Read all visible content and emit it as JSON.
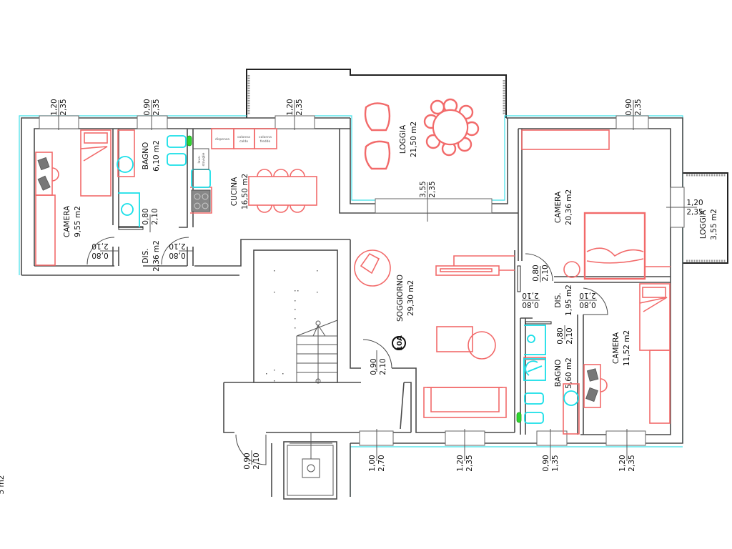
{
  "rooms": [
    {
      "name": "CAMERA",
      "area": "9,55 m2"
    },
    {
      "name": "BAGNO",
      "area": "6,10 m2"
    },
    {
      "name": "DIS.",
      "area": "2,36 m2"
    },
    {
      "name": "CUCINA",
      "area": "16,50 m2"
    },
    {
      "name": "LOGGIA",
      "area": "21,50 m2"
    },
    {
      "name": "SOGGIORNO",
      "area": "29,30 m2"
    },
    {
      "name": "CAMERA",
      "area": "20,36 m2"
    },
    {
      "name": "LOGGIA",
      "area": "3,55 m2"
    },
    {
      "name": "DIS.",
      "area": "1,95 m2"
    },
    {
      "name": "BAGNO",
      "area": "5,60 m2"
    },
    {
      "name": "CAMERA",
      "area": "11,52 m2"
    }
  ],
  "openings": [
    {
      "w": "1,20",
      "h": "2,35"
    },
    {
      "w": "0,90",
      "h": "2,35"
    },
    {
      "w": "1,20",
      "h": "2,35"
    },
    {
      "w": "0,90",
      "h": "2,35"
    },
    {
      "w": "3,55",
      "h": "2,35"
    },
    {
      "w": "1,20",
      "h": "2,35"
    },
    {
      "w": "0,80",
      "h": "2,10"
    },
    {
      "w": "0,80",
      "h": "2,10"
    },
    {
      "w": "0,80",
      "h": "2,10"
    },
    {
      "w": "0,80",
      "h": "2,10"
    },
    {
      "w": "0,80",
      "h": "2,10"
    },
    {
      "w": "0,80",
      "h": "2,10"
    },
    {
      "w": "0,80",
      "h": "2,10"
    },
    {
      "w": "0,90",
      "h": "2,10"
    },
    {
      "w": "0,90",
      "h": "2,10"
    },
    {
      "w": "1,00",
      "h": "2,70"
    },
    {
      "w": "1,20",
      "h": "2,35"
    },
    {
      "w": "0,90",
      "h": "1,35"
    },
    {
      "w": "1,20",
      "h": "2,35"
    }
  ],
  "kitchen_units": {
    "pantry": "dispensa",
    "hot_column_1": "colonna",
    "hot_column_2": "caldo",
    "cold_column_1": "colonna",
    "cold_column_2": "freddo",
    "dishwasher_1": "lava-",
    "dishwasher_2": "stoviglie"
  },
  "marker": "10A",
  "edge_fragment": "5 m2",
  "colors": {
    "walls": "#4a4a4a",
    "furniture": "#f26a6a",
    "sanitary": "#18dfe8",
    "glazing": "#3fe0e8",
    "valves": "#2fd52f"
  }
}
